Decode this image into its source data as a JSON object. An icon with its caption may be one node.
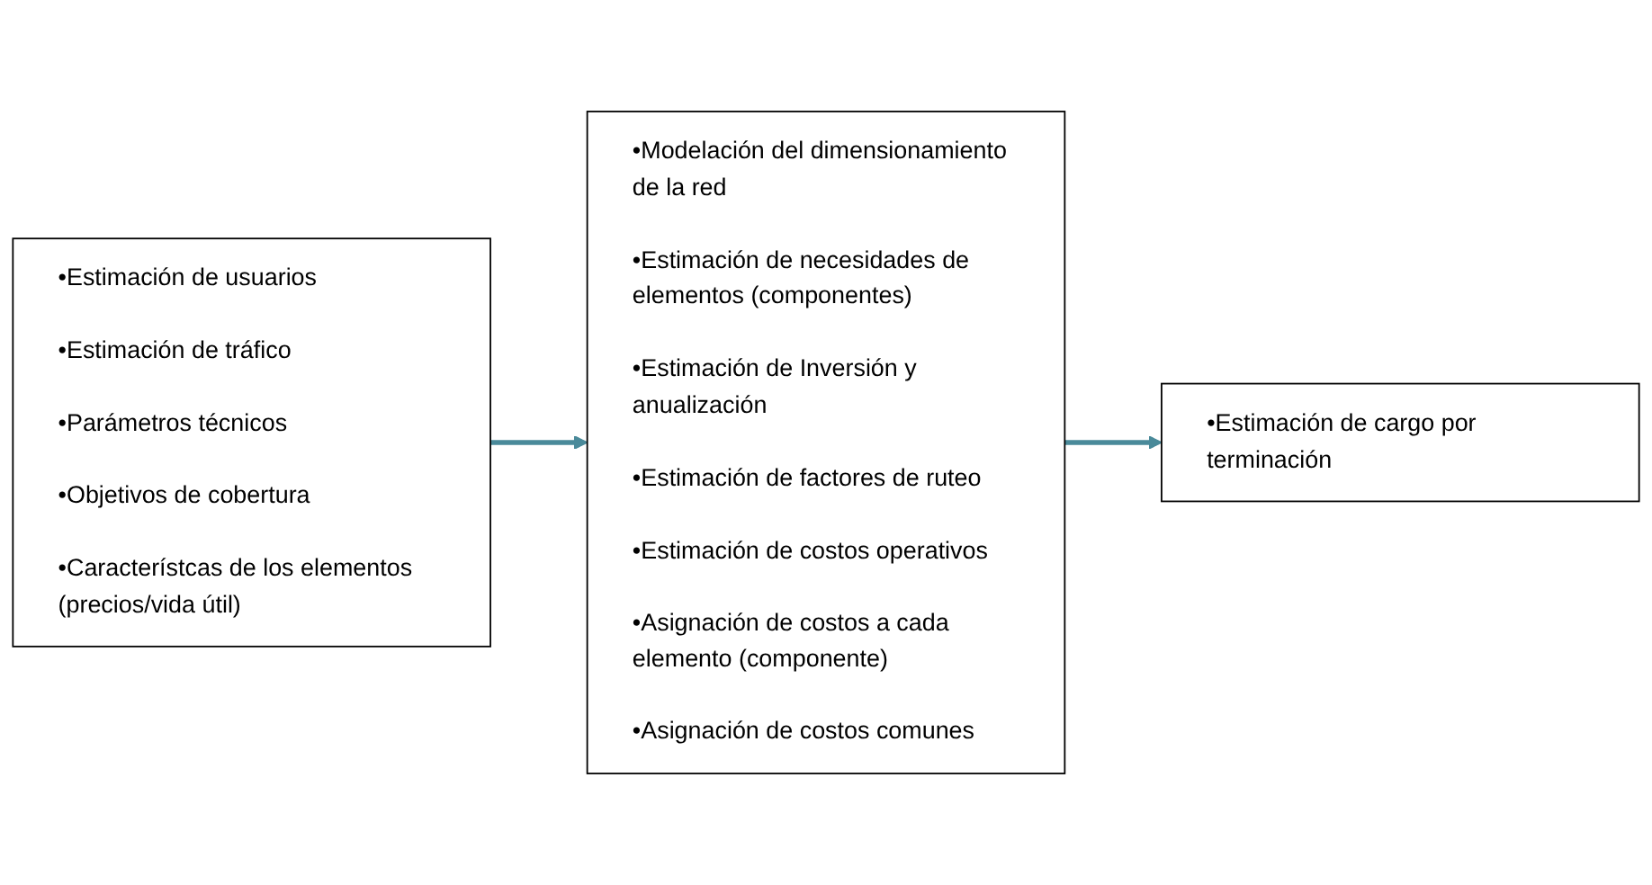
{
  "diagram": {
    "nodes": [
      {
        "text": [
          "•Estimación de usuarios",
          "•Estimación de tráfico",
          "•Parámetros técnicos",
          "•Objetivos de cobertura",
          "•Característcas de los elementos (precios/vida útil)"
        ]
      },
      {
        "text": [
          "•Modelación del dimensionamiento de la red",
          "•Estimación de necesidades de elementos (componentes)",
          "•Estimación de Inversión y anualización",
          "•Estimación de factores de ruteo",
          "•Estimación de costos operativos",
          "•Asignación de costos a cada elemento (componente)",
          "•Asignación de costos comunes"
        ]
      },
      {
        "text": [
          "•Estimación de cargo por terminación"
        ]
      }
    ],
    "edges": [
      {
        "from": 0,
        "to": 1,
        "arrow": "to"
      },
      {
        "from": 1,
        "to": 2,
        "arrow": "to"
      }
    ]
  }
}
